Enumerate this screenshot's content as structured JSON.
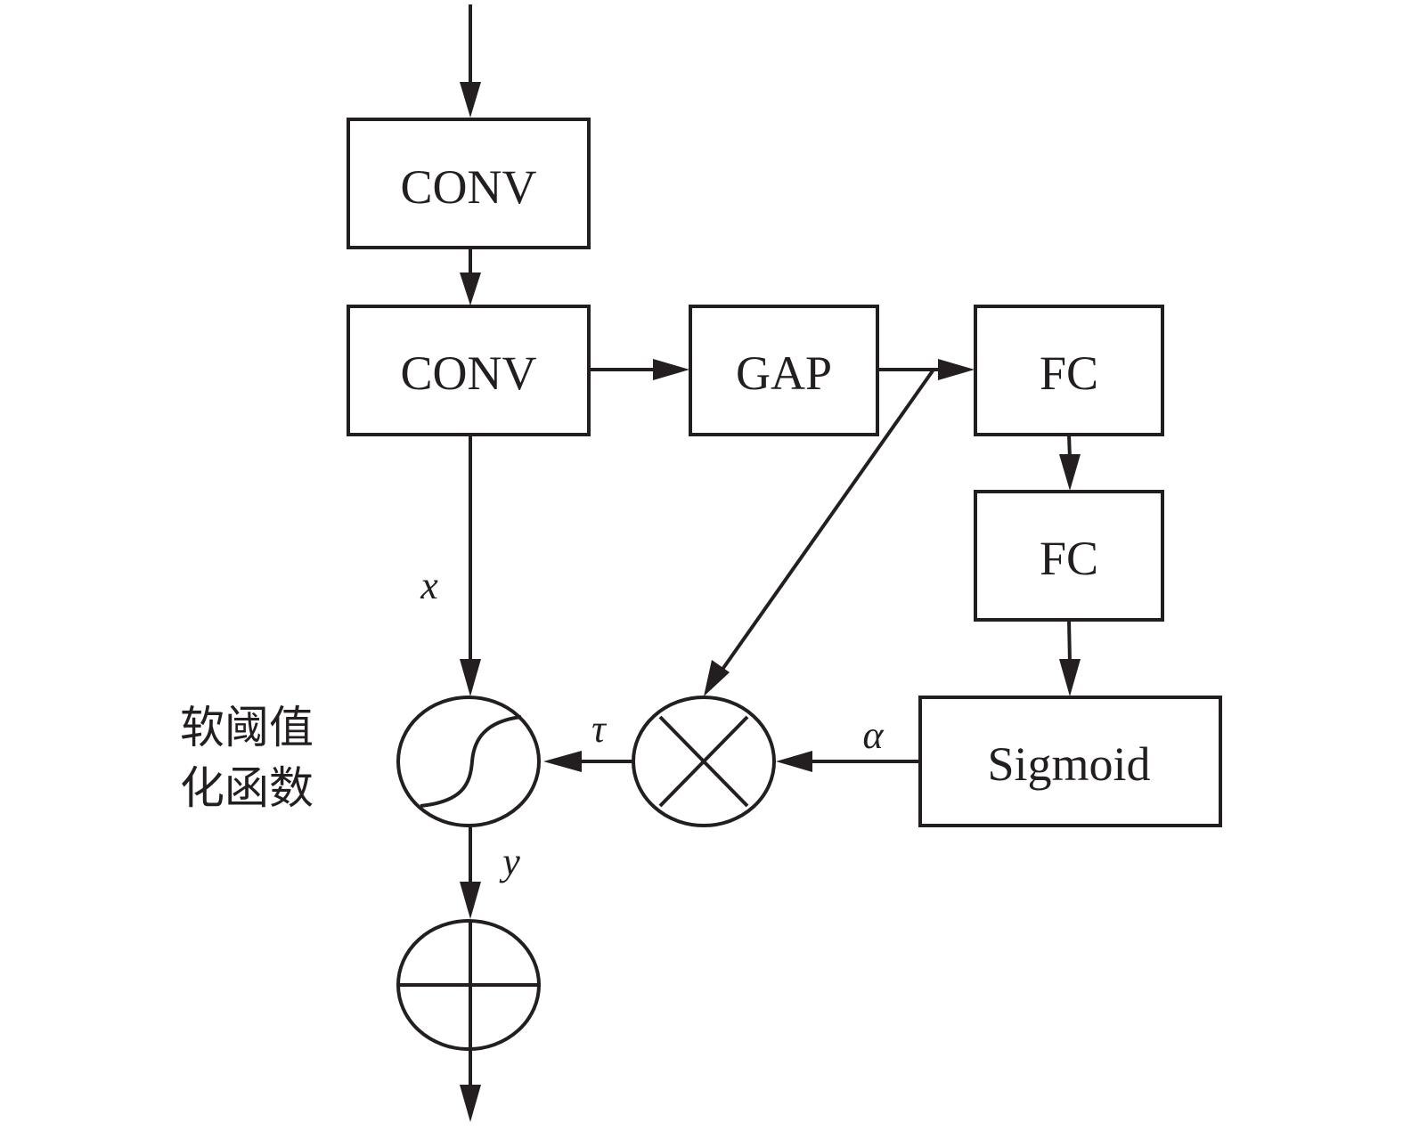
{
  "diagram": {
    "blocks": {
      "conv1": "CONV",
      "conv2": "CONV",
      "gap": "GAP",
      "fc1": "FC",
      "fc2": "FC",
      "sigmoid": "Sigmoid"
    },
    "variables": {
      "x": "x",
      "y": "y",
      "tau": "τ",
      "alpha": "α"
    },
    "soft_threshold_label": {
      "line1": "软阈值",
      "line2": "化函数"
    },
    "operators": {
      "soft_threshold": "soft-threshold function",
      "multiply": "element-wise multiplication",
      "add": "element-wise addition"
    },
    "colors": {
      "stroke": "#231f20",
      "background": "#ffffff"
    }
  }
}
